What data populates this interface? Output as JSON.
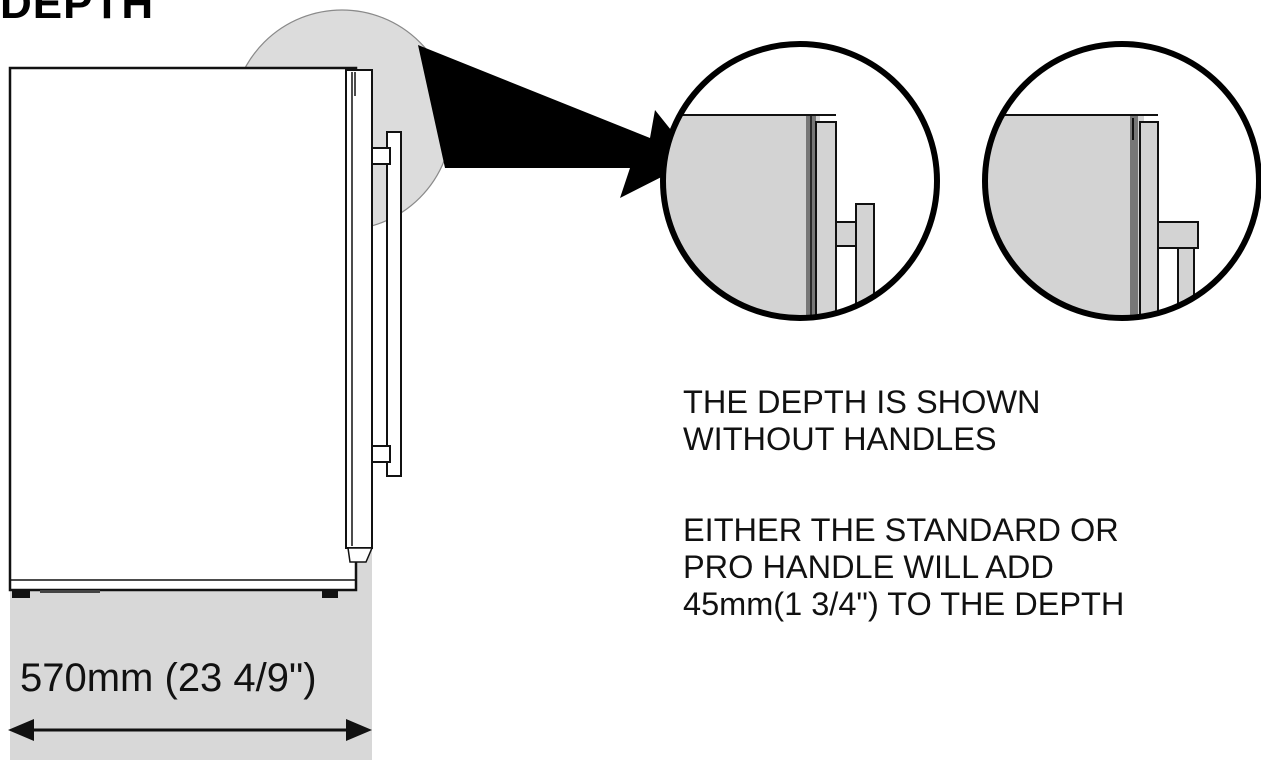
{
  "title": "DEPTH",
  "dimension": {
    "label": "570mm (23 4/9\")"
  },
  "notes": {
    "note1": {
      "line1": "THE DEPTH IS SHOWN",
      "line2": "WITHOUT HANDLES"
    },
    "note2": {
      "line1": "EITHER THE STANDARD OR",
      "line2": "PRO HANDLE WILL ADD",
      "line3": "45mm(1 3/4\") TO THE DEPTH"
    }
  },
  "colors": {
    "shading": "#d8d8d8",
    "ink": "#111111",
    "door_edge": "#777777"
  }
}
